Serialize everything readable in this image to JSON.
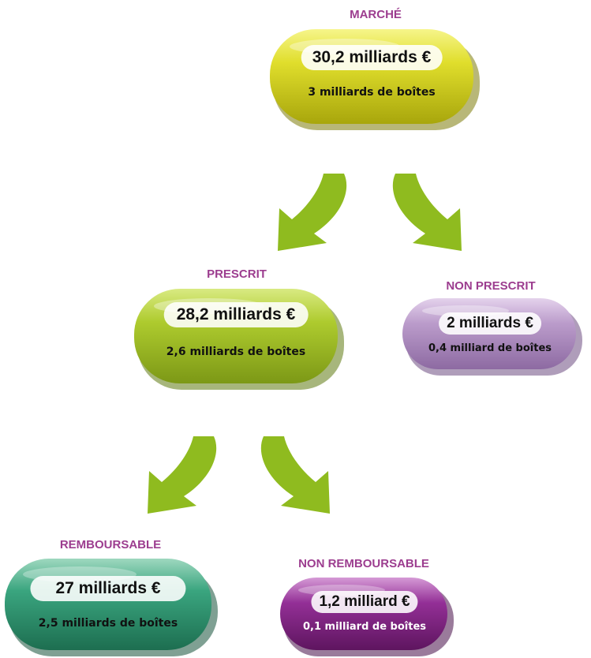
{
  "nodes": {
    "marche": {
      "label": "MARCHÉ",
      "amount": "30,2 milliards €",
      "boxes": "3 milliards de boîtes",
      "color": "#d6d418"
    },
    "prescrit": {
      "label": "PRESCRIT",
      "amount": "28,2 milliards €",
      "boxes": "2,6 milliards de boîtes",
      "color": "#a9c52a"
    },
    "non_prescrit": {
      "label": "NON PRESCRIT",
      "amount": "2 milliards €",
      "boxes": "0,4 milliard de boîtes",
      "color": "#b493c4"
    },
    "remboursable": {
      "label": "REMBOURSABLE",
      "amount": "27 milliards €",
      "boxes": "2,5 milliards de boîtes",
      "color": "#2f9a75"
    },
    "non_remboursable": {
      "label": "NON REMBOURSABLE",
      "amount": "1,2 milliard €",
      "boxes": "0,1 milliard de boîtes",
      "color": "#8e2e91"
    }
  },
  "colors": {
    "label_text": "#9c3d8f",
    "arrow": "#8fbb1f"
  },
  "icons": {
    "arrows": "curved-down-arrow"
  }
}
